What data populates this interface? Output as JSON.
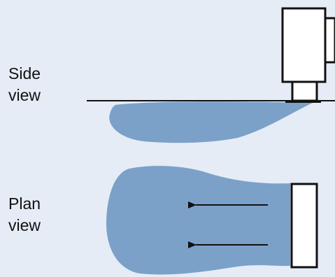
{
  "labels": {
    "side_view": "Side\nview",
    "plan_view": "Plan\nview"
  },
  "colors": {
    "background": "#e5ecf6",
    "plume": "#7ba1c9",
    "line": "#111111",
    "device_fill": "#ffffff"
  },
  "icons": {
    "flow_arrow": "arrow-left"
  }
}
